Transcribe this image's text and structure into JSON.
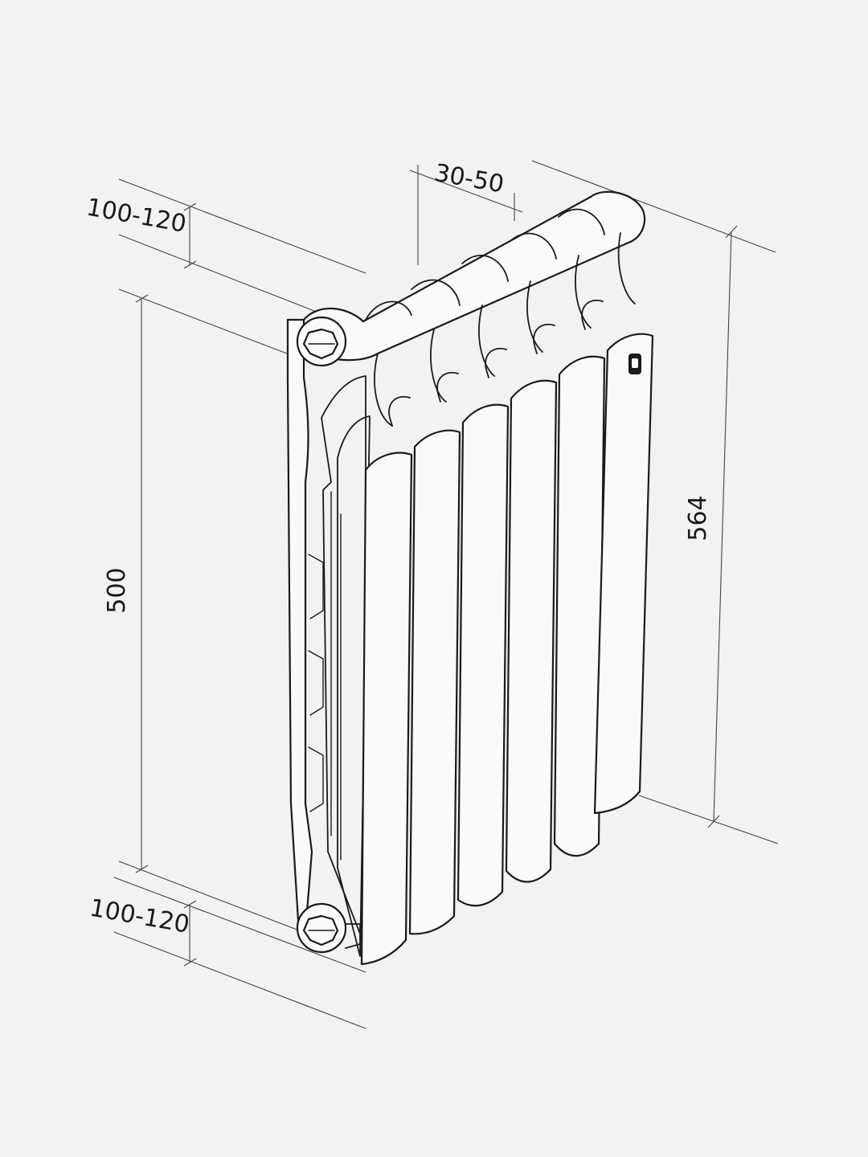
{
  "diagram": {
    "colors": {
      "background": "#f2f2f2",
      "line": "#1a1a1a",
      "dimension": "#444444"
    },
    "dimensions": {
      "top_depth": "100-120",
      "bottom_depth": "100-120",
      "section_gap": "30-50",
      "axis_height": "500",
      "total_height": "564"
    },
    "section_count": 6,
    "icons": [
      "brand-logo-icon",
      "plug-nut-icon"
    ]
  }
}
